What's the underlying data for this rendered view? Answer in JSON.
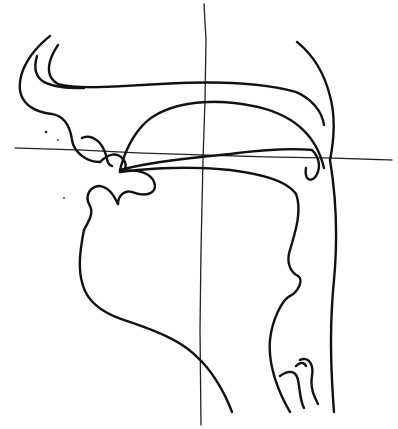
{
  "figure": {
    "kind": "sagittal-vocal-tract-outline",
    "colors": {
      "background": "#ffffff",
      "ink": "#111111",
      "guide": "#222222"
    },
    "guides": {
      "vertical": "visible",
      "horizontal": "visible"
    },
    "regions": [
      "nasal-cavity",
      "hard-palate",
      "velum",
      "lips",
      "tongue",
      "chin",
      "pharynx-wall",
      "larynx",
      "vocal-folds"
    ]
  }
}
